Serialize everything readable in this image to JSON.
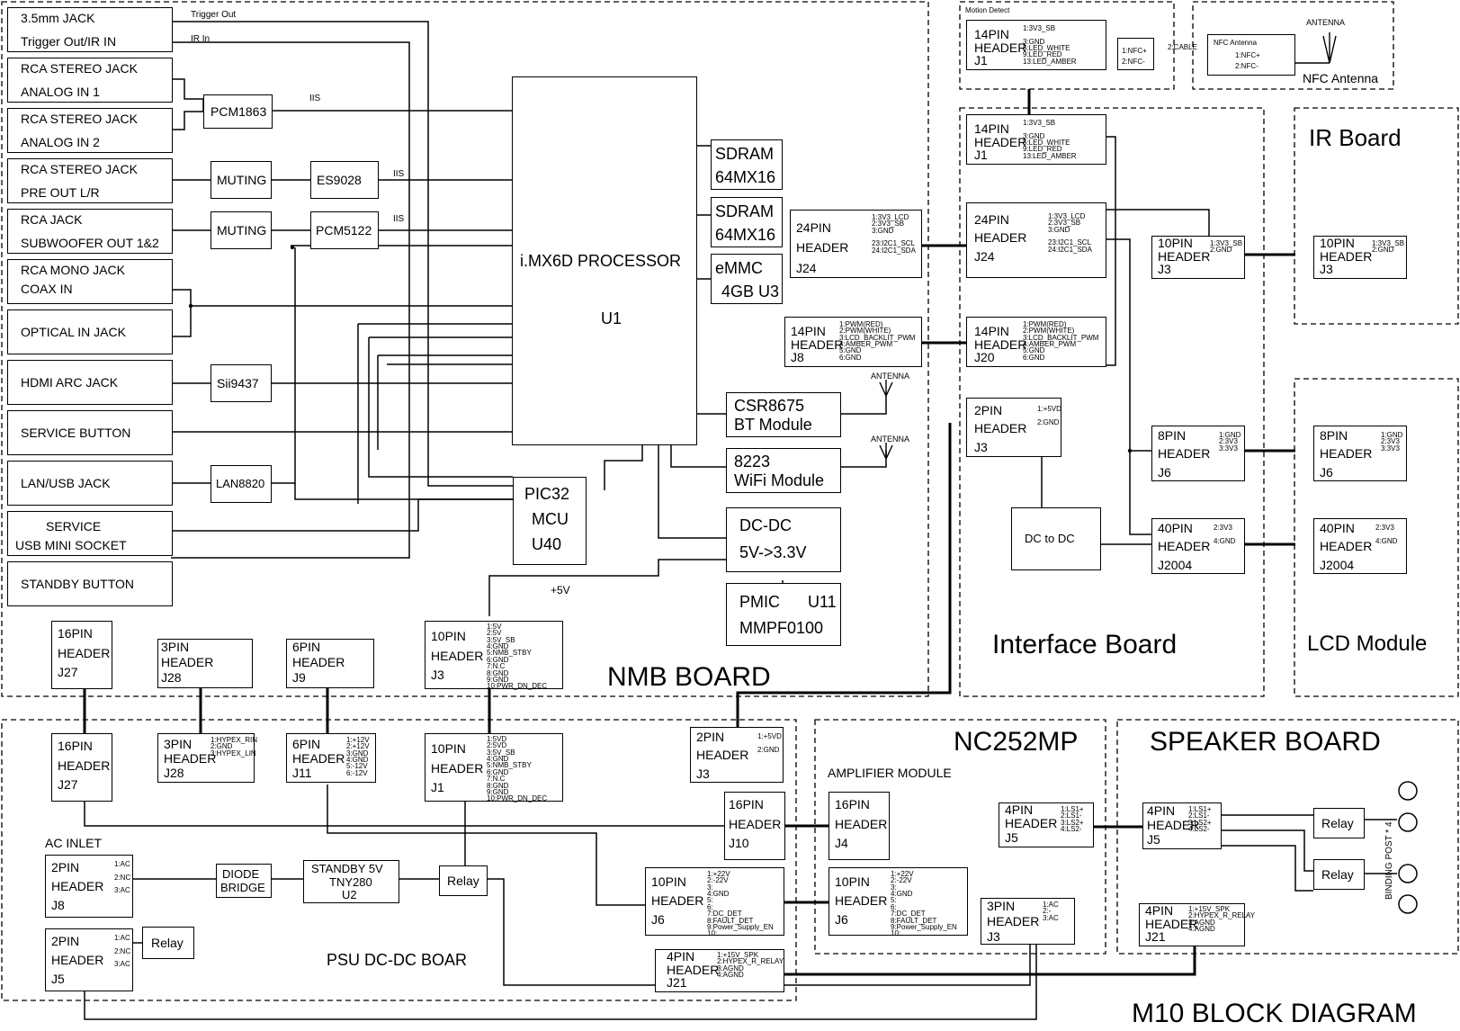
{
  "title": "M10 BLOCK DIAGRAM",
  "sections": {
    "nmb": "NMB BOARD",
    "interface": "Interface Board",
    "lcd": "LCD Module",
    "ir": "IR Board",
    "nfc": "NFC Antenna",
    "psu": "PSU DC-DC BOAR",
    "nc252": "NC252MP",
    "speaker": "SPEAKER BOARD",
    "amp_module": "AMPLIFIER MODULE",
    "ac_inlet": "AC INLET",
    "motion_detect": "Motion Detect",
    "binding_post": "BINDING POST * 4"
  },
  "jacks": {
    "j35_a": "3.5mm JACK",
    "j35_b": "Trigger Out/IR IN",
    "rca1_a": "RCA STEREO JACK",
    "rca1_b": "ANALOG IN 1",
    "rca2_a": "RCA STEREO JACK",
    "rca2_b": "ANALOG IN 2",
    "rca3_a": "RCA STEREO JACK",
    "rca3_b": "PRE OUT L/R",
    "rca4_a": "RCA  JACK",
    "rca4_b": "SUBWOOFER OUT 1&2",
    "rca5_a": "RCA MONO JACK",
    "rca5_b": "COAX IN",
    "optical": "OPTICAL IN JACK",
    "hdmi": "HDMI ARC JACK",
    "service_btn": "SERVICE BUTTON",
    "lan": "LAN/USB JACK",
    "usb_a": "SERVICE",
    "usb_b": "USB MINI SOCKET",
    "standby": "STANDBY BUTTON"
  },
  "chips": {
    "pcm1863": "PCM1863",
    "muting1": "MUTING",
    "muting2": "MUTING",
    "es9028": "ES9028",
    "pcm5122": "PCM5122",
    "sii9437": "Sii9437",
    "lan8820": "LAN8820",
    "cpu_a": "i.MX6D PROCESSOR",
    "cpu_b": "U1",
    "sdram1_a": "SDRAM",
    "sdram1_b": "64MX16",
    "sdram2_a": "SDRAM",
    "sdram2_b": "64MX16",
    "emmc_a": "eMMC",
    "emmc_b": "4GB U3",
    "bt_a": "CSR8675",
    "bt_b": "BT Module",
    "wifi_a": "8223",
    "wifi_b": "WiFi Module",
    "dcdc_a": "DC-DC",
    "dcdc_b": "5V->3.3V",
    "pmic_a": "PMIC",
    "pmic_u": "U11",
    "pmic_b": "MMPF0100",
    "pic_a": "PIC32",
    "pic_b": "MCU",
    "pic_c": "U40",
    "dc_to_dc": "DC to DC",
    "diode_a": "DIODE",
    "diode_b": "BRIDGE",
    "standby5_a": "STANDBY 5V",
    "standby5_b": "TNY280",
    "standby5_c": "U2",
    "relay": "Relay"
  },
  "signals": {
    "trigger_out": "Trigger Out",
    "ir_in": "IR In",
    "iis": "IIS",
    "plus5v": "+5V",
    "antenna": "ANTENNA",
    "two_cable": "2:CABLE",
    "nfc_antenna_title": "NFC Antenna",
    "nfc_pins": "1:NFC+\n2:NFC-"
  },
  "headers": {
    "hdr_14": "14PIN\nHEADER\nJ1",
    "hdr_14_j8": "14PIN\nHEADER\nJ8",
    "hdr_14_j20": "14PIN\nHEADER\nJ20",
    "hdr_24_j24": "24PIN\nHEADER\nJ24",
    "hdr_10_j3": "10PIN\nHEADER\nJ3",
    "hdr_2_j3": "2PIN\nHEADER\nJ3",
    "hdr_8_j6": "8PIN\nHEADER\nJ6",
    "hdr_40_j2004": "40PIN\nHEADER\nJ2004",
    "hdr_16_j27": "16PIN\nHEADER\nJ27",
    "hdr_3_j28": "3PIN\nHEADER\nJ28",
    "hdr_6_j9": "6PIN\nHEADER\nJ9",
    "hdr_6_j11": "6PIN\nHEADER\nJ11",
    "hdr_10_j1": "10PIN\nHEADER\nJ1",
    "hdr_16_j10": "16PIN\nHEADER\nJ10",
    "hdr_16_j4": "16PIN\nHEADER\nJ4",
    "hdr_10_j6": "10PIN\nHEADER\nJ6",
    "hdr_2_j8": "2PIN\nHEADER\nJ8",
    "hdr_2_j5": "2PIN\nHEADER\nJ5",
    "hdr_4_j21": "4PIN\nHEADER\nJ21",
    "hdr_4_j5": "4PIN\nHEADER\nJ5",
    "hdr_3_j3": "3PIN\nHEADER\nJ3"
  },
  "pinouts": {
    "p14": "1:3V3_SB\n\n3:GND\n5:LED_WHITE\n9:LED_RED\n13:LED_AMBER",
    "p24": "1:3V3_LCD\n2:3V3_SB\n3:GND\n\n23:I2C1_SCL\n24:I2C1_SDA",
    "p14pwm": "1:PWM(RED)\n2:PWM(WHITE)\n3:LCD_BACKLIT_PWM\n4:AMBER_PWM\n5:GND\n6:GND",
    "p10j3": "1:3V3_SB\n2:GND",
    "p2": "1:+5VD\n\n2:GND",
    "p8": "1:GND\n2:3V3\n3:3V3",
    "p40": "2:3V3\n\n4:GND",
    "p10nmb": "1:5V\n2:5V\n3:5V_SB\n4:GND\n5:NMB_STBY\n6:GND\n7:N.C\n8:GND\n9:GND\n10:PWR_DN_DEC",
    "p10psu": "1:5VD\n2:5VD\n3:5V_SB\n4:GND\n5:NMB_STBY\n6:GND\n7:N.C\n8:GND\n9:GND\n10:PWR_DN_DEC",
    "p3": "1:HYPEX_RIN\n2:GND\n3:HYPEX_LIN",
    "p6": "1:+12V\n2:+12V\n3:GND\n4:GND\n5:-12V\n6:-12V",
    "p2psu": "1:+5VD\n\n2:GND",
    "p10amp": "1:+22V\n2:-22V\n3:\n4:GND\n5:\n6:\n7:DC_DET\n8:FAULT_DET\n9:Power_Supply_EN\n10:",
    "pac": "1:AC\n\n2:NC\n\n3:AC",
    "pac3": "1:AC\n2:-\n3:AC",
    "p4j21": "1:+15V_SPK\n2:HYPEX_R_RELAY\n3:AGND\n4:AGND",
    "p4ls": "1:LS1+\n2:LS1-\n3:LS2+\n4:LS2-"
  }
}
